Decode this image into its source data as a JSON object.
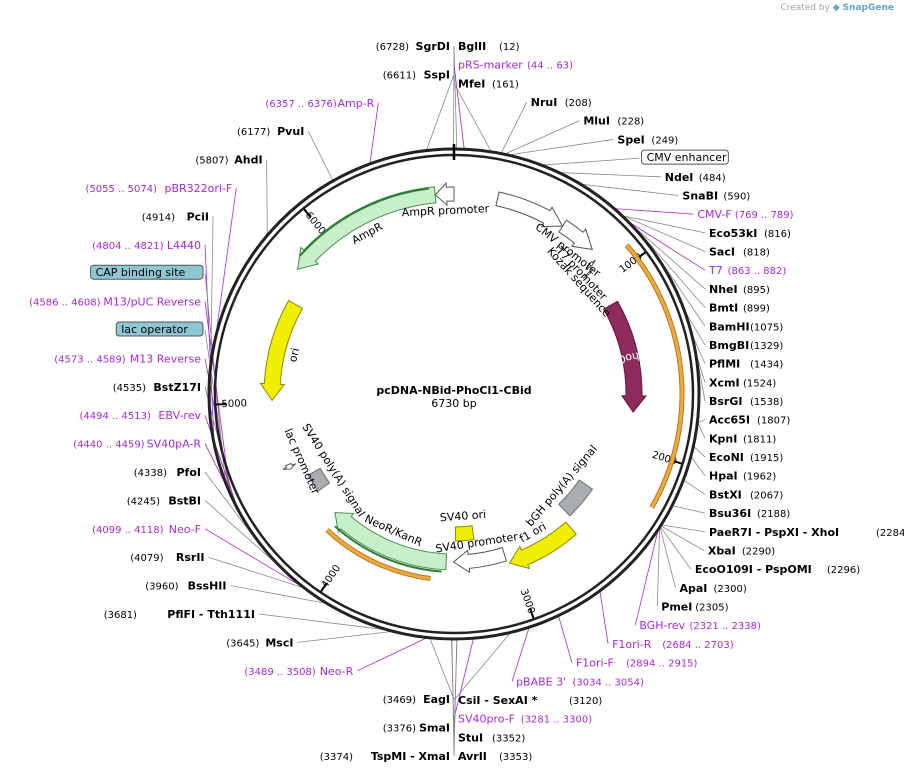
{
  "header": {
    "created_by": "Created by",
    "brand": "SnapGene"
  },
  "plasmid": {
    "name": "pcDNA-NBid-PhoCl1-CBid",
    "length": "6730 bp",
    "total_bp": 6730
  },
  "tick_labels": [
    {
      "bp": 1000,
      "text": "1000"
    },
    {
      "bp": 2000,
      "text": "2000"
    },
    {
      "bp": 3000,
      "text": "3000"
    },
    {
      "bp": 4000,
      "text": "4000"
    },
    {
      "bp": 5000,
      "text": "5000"
    },
    {
      "bp": 6000,
      "text": "6000"
    }
  ],
  "features": [
    {
      "name": "CMV enhancer",
      "start": 235,
      "end": 614,
      "r": 200,
      "w": 14,
      "dir": 1,
      "fill": "#ffffff",
      "stroke": "#555555",
      "label": "CMV enhancer",
      "boxed": true
    },
    {
      "name": "CMV promoter",
      "start": 615,
      "end": 818,
      "r": 200,
      "w": 14,
      "dir": 1,
      "fill": "#ffffff",
      "stroke": "#555555",
      "label": "CMV promoter"
    },
    {
      "name": "T7 promoter",
      "start": 863,
      "end": 881,
      "r": 188,
      "w": 6,
      "dir": 1,
      "fill": "#ffffff",
      "stroke": "#555555",
      "label": "T7 promoter"
    },
    {
      "name": "Kozak sequence",
      "start": 896,
      "end": 905,
      "r": 180,
      "w": 6,
      "dir": 1,
      "fill": "#ffffff",
      "stroke": "#555555",
      "label": "Kozak sequence"
    },
    {
      "name": "PhoCl",
      "start": 1130,
      "end": 1790,
      "r": 180,
      "w": 16,
      "dir": 1,
      "fill": "#8e2a5c",
      "stroke": "#5b1a3a",
      "label": "PhoCl"
    },
    {
      "name": "bGH poly(A) signal",
      "start": 2327,
      "end": 2551,
      "r": 160,
      "w": 16,
      "dir": 0,
      "fill": "#a8adb2",
      "stroke": "#6b7075",
      "label": "bGH poly(A) signal"
    },
    {
      "name": "f1 ori",
      "start": 2597,
      "end": 3025,
      "r": 178,
      "w": 16,
      "dir": 1,
      "fill": "#f2ee00",
      "stroke": "#8a8a00",
      "label": "f1 ori"
    },
    {
      "name": "SV40 promoter",
      "start": 3039,
      "end": 3368,
      "r": 168,
      "w": 14,
      "dir": 1,
      "fill": "#ffffff",
      "stroke": "#555555",
      "label": "SV40 promoter"
    },
    {
      "name": "SV40 ori",
      "start": 3219,
      "end": 3354,
      "r": 140,
      "w": 14,
      "dir": 0,
      "fill": "#f2ee00",
      "stroke": "#8a8a00",
      "label": "SV40 ori"
    },
    {
      "name": "NeoR/KanR",
      "start": 3415,
      "end": 4209,
      "r": 168,
      "w": 16,
      "dir": 1,
      "fill": "#c6f0c8",
      "stroke": "#4f8a55",
      "label": "NeoR/KanR"
    },
    {
      "name": "SV40 poly(A) signal",
      "start": 4383,
      "end": 4504,
      "r": 160,
      "w": 14,
      "dir": 0,
      "fill": "#a8adb2",
      "stroke": "#6b7075",
      "label": "SV40 poly(A) signal"
    },
    {
      "name": "lac promoter",
      "start": 4586,
      "end": 4616,
      "r": 180,
      "w": 6,
      "dir": -1,
      "fill": "#ffffff",
      "stroke": "#555555",
      "label": "lac promoter"
    },
    {
      "name": "ori",
      "start": 5010,
      "end": 5598,
      "r": 182,
      "w": 16,
      "dir": -1,
      "fill": "#f2ee00",
      "stroke": "#8a8a00",
      "label": "ori"
    },
    {
      "name": "AmpR",
      "start": 5769,
      "end": 6629,
      "r": 200,
      "w": 16,
      "dir": -1,
      "fill": "#c6f0c8",
      "stroke": "#4f8a55",
      "label": "AmpR"
    },
    {
      "name": "AmpR promoter",
      "start": 6630,
      "end": 6730,
      "r": 200,
      "w": 14,
      "dir": -1,
      "fill": "#ffffff",
      "stroke": "#555555",
      "label": "AmpR promoter"
    }
  ],
  "orange_arcs": [
    {
      "start": 920,
      "end": 2240,
      "r": 228
    },
    {
      "start": 3500,
      "end": 4170,
      "r": 186
    }
  ],
  "green_lines": [
    {
      "start": 5830,
      "end": 6600,
      "r": 207
    },
    {
      "start": 3440,
      "end": 4150,
      "r": 178
    }
  ],
  "labels_right": [
    {
      "bp": 12,
      "type": "enzyme",
      "name": "BglII",
      "pos": "(12)"
    },
    {
      "bp": 44,
      "type": "primer",
      "name": "pRS-marker",
      "pos": "(44 .. 63)"
    },
    {
      "bp": 161,
      "type": "enzyme",
      "name": "MfeI",
      "pos": "(161)"
    },
    {
      "bp": 208,
      "type": "enzyme",
      "name": "NruI",
      "pos": "(208)"
    },
    {
      "bp": 228,
      "type": "enzyme",
      "name": "MluI",
      "pos": "(228)"
    },
    {
      "bp": 249,
      "type": "enzyme",
      "name": "SpeI",
      "pos": "(249)"
    },
    {
      "bp": 400,
      "type": "feature",
      "name": "CMV enhancer",
      "pos": ""
    },
    {
      "bp": 484,
      "type": "enzyme",
      "name": "NdeI",
      "pos": "(484)"
    },
    {
      "bp": 590,
      "type": "enzyme",
      "name": "SnaBI",
      "pos": "(590)"
    },
    {
      "bp": 769,
      "type": "primer",
      "name": "CMV-F",
      "pos": "(769 .. 789)"
    },
    {
      "bp": 816,
      "type": "enzyme",
      "name": "Eco53kI",
      "pos": "(816)"
    },
    {
      "bp": 818,
      "type": "enzyme",
      "name": "SacI",
      "pos": "(818)"
    },
    {
      "bp": 863,
      "type": "primer",
      "name": "T7",
      "pos": "(863 .. 882)"
    },
    {
      "bp": 895,
      "type": "enzyme",
      "name": "NheI",
      "pos": "(895)"
    },
    {
      "bp": 899,
      "type": "enzyme",
      "name": "BmtI",
      "pos": "(899)"
    },
    {
      "bp": 1075,
      "type": "enzyme",
      "name": "BamHI",
      "pos": "(1075)"
    },
    {
      "bp": 1329,
      "type": "enzyme",
      "name": "BmgBI",
      "pos": "(1329)"
    },
    {
      "bp": 1434,
      "type": "enzyme",
      "name": "PflMI",
      "pos": "(1434)"
    },
    {
      "bp": 1524,
      "type": "enzyme",
      "name": "XcmI",
      "pos": "(1524)"
    },
    {
      "bp": 1538,
      "type": "enzyme",
      "name": "BsrGI",
      "pos": "(1538)"
    },
    {
      "bp": 1807,
      "type": "enzyme",
      "name": "Acc65I",
      "pos": "(1807)"
    },
    {
      "bp": 1811,
      "type": "enzyme",
      "name": "KpnI",
      "pos": "(1811)"
    },
    {
      "bp": 1915,
      "type": "enzyme",
      "name": "EcoNI",
      "pos": "(1915)"
    },
    {
      "bp": 1962,
      "type": "enzyme",
      "name": "HpaI",
      "pos": "(1962)"
    },
    {
      "bp": 2067,
      "type": "enzyme",
      "name": "BstXI",
      "pos": "(2067)"
    },
    {
      "bp": 2188,
      "type": "enzyme",
      "name": "Bsu36I",
      "pos": "(2188)"
    },
    {
      "bp": 2284,
      "type": "enzyme",
      "name": "PaeR7I  - PspXI  - XhoI",
      "pos": "(2284)"
    },
    {
      "bp": 2290,
      "type": "enzyme",
      "name": "XbaI",
      "pos": "(2290)"
    },
    {
      "bp": 2296,
      "type": "enzyme",
      "name": "EcoO109I  - PspOMI",
      "pos": "(2296)"
    },
    {
      "bp": 2300,
      "type": "enzyme",
      "name": "ApaI",
      "pos": "(2300)"
    },
    {
      "bp": 2305,
      "type": "enzyme",
      "name": "PmeI",
      "pos": "(2305)"
    },
    {
      "bp": 2321,
      "type": "primer",
      "name": "BGH-rev",
      "pos": "(2321 .. 2338)"
    },
    {
      "bp": 2684,
      "type": "primer",
      "name": "F1ori-R",
      "pos": "(2684 .. 2703)"
    },
    {
      "bp": 2894,
      "type": "primer",
      "name": "F1ori-F",
      "pos": "(2894 .. 2915)"
    },
    {
      "bp": 3034,
      "type": "primer",
      "name": "pBABE 3'",
      "pos": "(3034 .. 3054)"
    },
    {
      "bp": 3120,
      "type": "enzyme",
      "name": "CsiI  - SexAI *",
      "pos": "(3120)"
    },
    {
      "bp": 3281,
      "type": "primer",
      "name": "SV40pro-F",
      "pos": "(3281 .. 3300)"
    },
    {
      "bp": 3352,
      "type": "enzyme",
      "name": "StuI",
      "pos": "(3352)"
    },
    {
      "bp": 3353,
      "type": "enzyme",
      "name": "AvrII",
      "pos": "(3353)"
    }
  ],
  "labels_left": [
    {
      "bp": 6728,
      "type": "enzyme",
      "name": "SgrDI",
      "pos": "(6728)"
    },
    {
      "bp": 6611,
      "type": "enzyme",
      "name": "SspI",
      "pos": "(6611)"
    },
    {
      "bp": 6357,
      "type": "primer",
      "name": "Amp-R",
      "pos": "(6357 .. 6376)"
    },
    {
      "bp": 6177,
      "type": "enzyme",
      "name": "PvuI",
      "pos": "(6177)"
    },
    {
      "bp": 5807,
      "type": "enzyme",
      "name": "AhdI",
      "pos": "(5807)"
    },
    {
      "bp": 5055,
      "type": "primer",
      "name": "pBR322ori-F",
      "pos": "(5055 .. 5074)"
    },
    {
      "bp": 4914,
      "type": "enzyme",
      "name": "PciI",
      "pos": "(4914)"
    },
    {
      "bp": 4804,
      "type": "primer",
      "name": "L4440",
      "pos": "(4804 .. 4821)"
    },
    {
      "bp": 4640,
      "type": "feature",
      "name": "CAP binding site",
      "pos": "",
      "color": "#8fc6d4"
    },
    {
      "bp": 4586,
      "type": "primer",
      "name": "M13/pUC Reverse",
      "pos": "(4586 .. 4608)"
    },
    {
      "bp": 4600,
      "type": "feature",
      "name": "lac operator",
      "pos": "",
      "color": "#8fc6d4"
    },
    {
      "bp": 4573,
      "type": "primer",
      "name": "M13 Reverse",
      "pos": "(4573 .. 4589)"
    },
    {
      "bp": 4535,
      "type": "enzyme",
      "name": "BstZ17I",
      "pos": "(4535)"
    },
    {
      "bp": 4494,
      "type": "primer",
      "name": "EBV-rev",
      "pos": "(4494 .. 4513)"
    },
    {
      "bp": 4440,
      "type": "primer",
      "name": "SV40pA-R",
      "pos": "(4440 .. 4459)"
    },
    {
      "bp": 4338,
      "type": "enzyme",
      "name": "PfoI",
      "pos": "(4338)"
    },
    {
      "bp": 4245,
      "type": "enzyme",
      "name": "BstBI",
      "pos": "(4245)"
    },
    {
      "bp": 4099,
      "type": "primer",
      "name": "Neo-F",
      "pos": "(4099 .. 4118)"
    },
    {
      "bp": 4079,
      "type": "enzyme",
      "name": "RsrII",
      "pos": "(4079)"
    },
    {
      "bp": 3960,
      "type": "enzyme",
      "name": "BssHII",
      "pos": "(3960)"
    },
    {
      "bp": 3681,
      "type": "enzyme",
      "name": "PflFI  - Tth111I",
      "pos": "(3681)"
    },
    {
      "bp": 3645,
      "type": "enzyme",
      "name": "MscI",
      "pos": "(3645)"
    },
    {
      "bp": 3489,
      "type": "primer",
      "name": "Neo-R",
      "pos": "(3489 .. 3508)"
    },
    {
      "bp": 3469,
      "type": "enzyme",
      "name": "EagI",
      "pos": "(3469)"
    },
    {
      "bp": 3376,
      "type": "enzyme",
      "name": "SmaI",
      "pos": "(3376)"
    },
    {
      "bp": 3374,
      "type": "enzyme",
      "name": "TspMI  - XmaI",
      "pos": "(3374)"
    }
  ],
  "colors": {
    "backbone": "#222222",
    "primer": "#a62ad6",
    "orange": "#f0a93a"
  }
}
